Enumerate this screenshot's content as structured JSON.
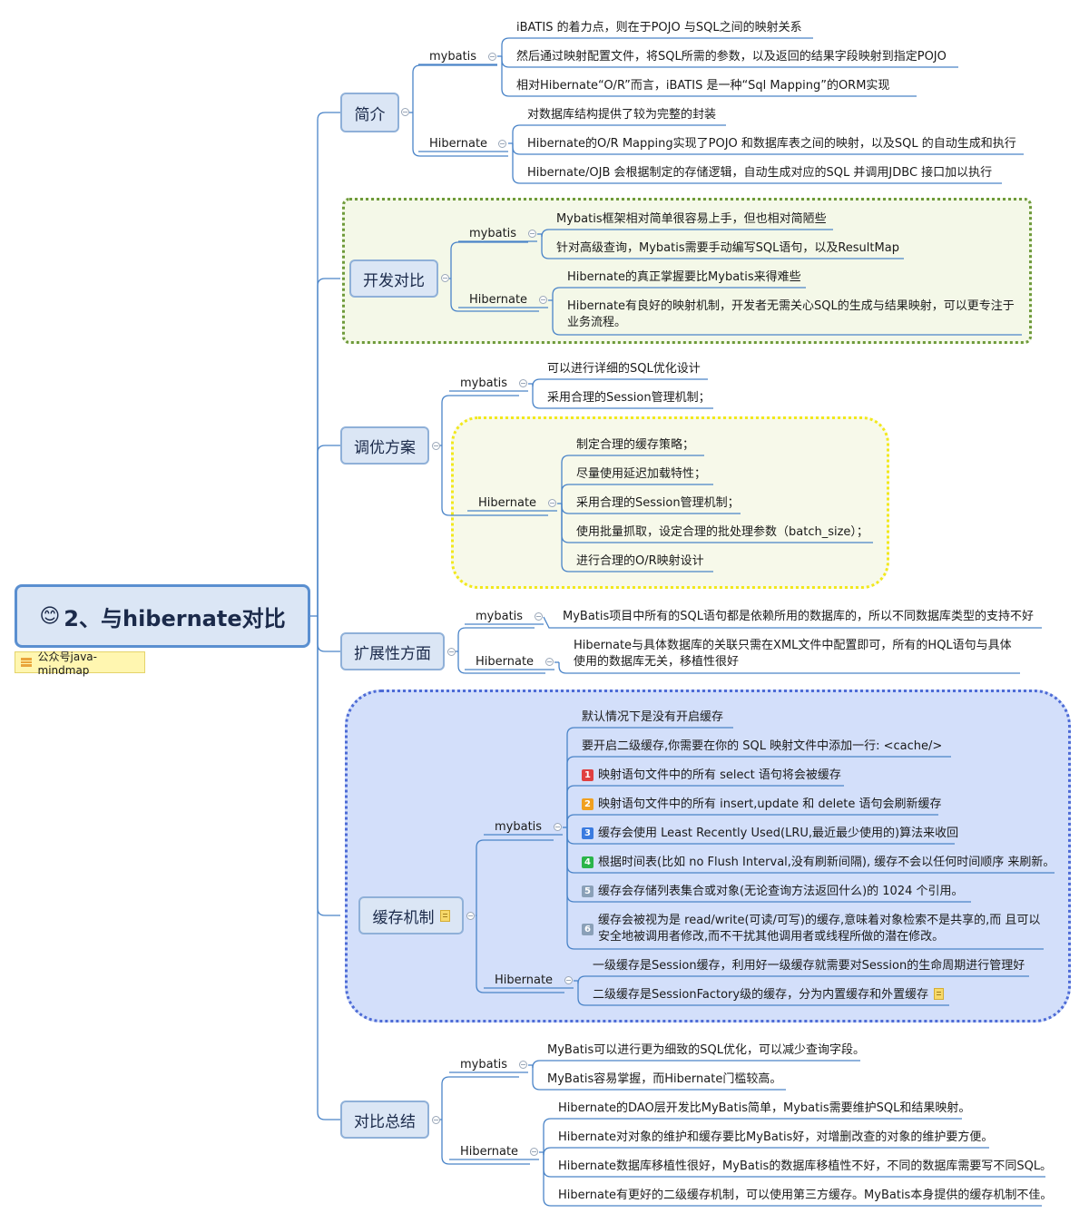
{
  "root": {
    "title": "2、与hibernate对比",
    "emoji": "😊",
    "tag": "公众号java-mindmap",
    "tag_icon": "list-icon"
  },
  "colors": {
    "topic_fill": "#dbe6f5",
    "topic_border": "#8fb0d8",
    "line": "#4a84c8",
    "root_border": "#5a8fd0"
  },
  "topics": [
    {
      "label": "简介",
      "subs": [
        {
          "label": "mybatis",
          "items": [
            {
              "text": "iBATIS 的着力点，则在于POJO 与SQL之间的映射关系"
            },
            {
              "text": "然后通过映射配置文件，将SQL所需的参数，以及返回的结果字段映射到指定POJO"
            },
            {
              "text": "相对Hibernate“O/R”而言，iBATIS 是一种“Sql Mapping”的ORM实现"
            }
          ]
        },
        {
          "label": "Hibernate",
          "items": [
            {
              "text": "对数据库结构提供了较为完整的封装"
            },
            {
              "text": "Hibernate的O/R Mapping实现了POJO 和数据库表之间的映射，以及SQL 的自动生成和执行"
            },
            {
              "text": "Hibernate/OJB 会根据制定的存储逻辑，自动生成对应的SQL 并调用JDBC 接口加以执行"
            }
          ]
        }
      ]
    },
    {
      "label": "开发对比",
      "subs": [
        {
          "label": "mybatis",
          "items": [
            {
              "text": "Mybatis框架相对简单很容易上手，但也相对简陋些"
            },
            {
              "text": "针对高级查询，Mybatis需要手动编写SQL语句，以及ResultMap"
            }
          ]
        },
        {
          "label": "Hibernate",
          "items": [
            {
              "text": "Hibernate的真正掌握要比Mybatis来得难些"
            },
            {
              "text": "Hibernate有良好的映射机制，开发者无需关心SQL的生成与结果映射，可以更专注于业务流程。"
            }
          ]
        }
      ]
    },
    {
      "label": "调优方案",
      "subs": [
        {
          "label": "mybatis",
          "items": [
            {
              "text": "可以进行详细的SQL优化设计"
            },
            {
              "text": "采用合理的Session管理机制；"
            }
          ]
        },
        {
          "label": "Hibernate",
          "items": [
            {
              "text": "制定合理的缓存策略；"
            },
            {
              "text": "尽量使用延迟加载特性；"
            },
            {
              "text": "采用合理的Session管理机制；"
            },
            {
              "text": "使用批量抓取，设定合理的批处理参数（batch_size）；"
            },
            {
              "text": "进行合理的O/R映射设计"
            }
          ]
        }
      ]
    },
    {
      "label": "扩展性方面",
      "subs": [
        {
          "label": "mybatis",
          "items": [
            {
              "text": "MyBatis项目中所有的SQL语句都是依赖所用的数据库的，所以不同数据库类型的支持不好"
            }
          ]
        },
        {
          "label": "Hibernate",
          "items": [
            {
              "text": "Hibernate与具体数据库的关联只需在XML文件中配置即可，所有的HQL语句与具体使用的数据库无关，移植性很好"
            }
          ]
        }
      ]
    },
    {
      "label": "缓存机制",
      "note_icon": "note-icon",
      "subs": [
        {
          "label": "mybatis",
          "items": [
            {
              "text": "默认情况下是没有开启缓存"
            },
            {
              "text": "要开启二级缓存,你需要在你的 SQL 映射文件中添加一行: <cache/>"
            },
            {
              "badge": "1",
              "badge_color": "#e04040",
              "text": "映射语句文件中的所有 select 语句将会被缓存"
            },
            {
              "badge": "2",
              "badge_color": "#f0a020",
              "text": "映射语句文件中的所有 insert,update 和 delete 语句会刷新缓存"
            },
            {
              "badge": "3",
              "badge_color": "#3a7be0",
              "text": "缓存会使用 Least Recently Used(LRU,最近最少使用的)算法来收回"
            },
            {
              "badge": "4",
              "badge_color": "#2ab54a",
              "text": "根据时间表(比如 no Flush Interval,没有刷新间隔), 缓存不会以任何时间顺序 来刷新。"
            },
            {
              "badge": "5",
              "badge_color": "#8aa0b8",
              "text": "缓存会存储列表集合或对象(无论查询方法返回什么)的 1024 个引用。"
            },
            {
              "badge": "6",
              "badge_color": "#8aa0b8",
              "text": "缓存会被视为是 read/write(可读/可写)的缓存,意味着对象检索不是共享的,而 且可以安全地被调用者修改,而不干扰其他调用者或线程所做的潜在修改。"
            }
          ]
        },
        {
          "label": "Hibernate",
          "items": [
            {
              "text": "一级缓存是Session缓存，利用好一级缓存就需要对Session的生命周期进行管理好"
            },
            {
              "text": "二级缓存是SessionFactory级的缓存，分为内置缓存和外置缓存",
              "note_icon": "note-icon"
            }
          ]
        }
      ]
    },
    {
      "label": "对比总结",
      "subs": [
        {
          "label": "mybatis",
          "items": [
            {
              "text": "MyBatis可以进行更为细致的SQL优化，可以减少查询字段。"
            },
            {
              "text": "MyBatis容易掌握，而Hibernate门槛较高。"
            }
          ]
        },
        {
          "label": "Hibernate",
          "items": [
            {
              "text": "Hibernate的DAO层开发比MyBatis简单，Mybatis需要维护SQL和结果映射。"
            },
            {
              "text": "Hibernate对对象的维护和缓存要比MyBatis好，对增删改查的对象的维护要方便。"
            },
            {
              "text": "Hibernate数据库移植性很好，MyBatis的数据库移植性不好，不同的数据库需要写不同SQL。"
            },
            {
              "text": "Hibernate有更好的二级缓存机制，可以使用第三方缓存。MyBatis本身提供的缓存机制不佳。"
            }
          ]
        }
      ]
    }
  ]
}
